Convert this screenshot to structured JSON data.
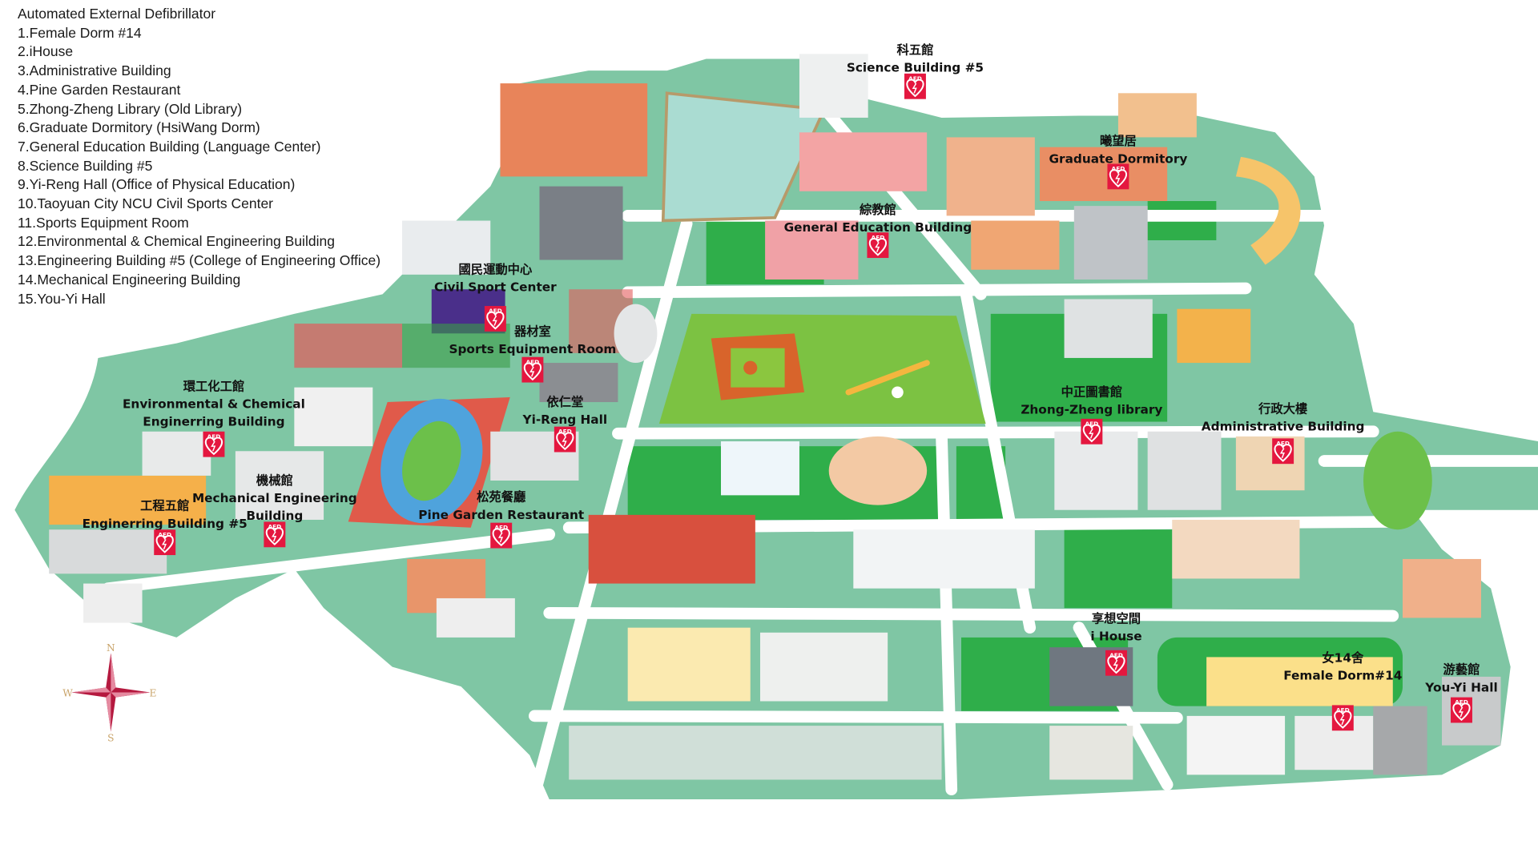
{
  "legend": {
    "title": "Automated External Defibrillator",
    "items": [
      "1.Female Dorm #14",
      "2.iHouse",
      "3.Administrative Building",
      "4.Pine Garden Restaurant",
      "5.Zhong-Zheng Library (Old Library)",
      "6.Graduate Dormitory (HsiWang Dorm)",
      "7.General Education Building (Language Center)",
      "8.Science Building #5",
      "9.Yi-Reng Hall (Office of Physical Education)",
      "10.Taoyuan City NCU Civil Sports Center",
      "11.Sports Equipment Room",
      "12.Environmental & Chemical Engineering Building",
      "13.Engineering Building #5 (College of Engineering Office)",
      "14.Mechanical Engineering Building",
      "15.You-Yi Hall"
    ]
  },
  "aed_icon_text": "AED",
  "locations": [
    {
      "id": "science-building-5",
      "zh": "科五館",
      "en": [
        "Science Building #5"
      ]
    },
    {
      "id": "graduate-dormitory",
      "zh": "曦望居",
      "en": [
        "Graduate Dormitory"
      ]
    },
    {
      "id": "general-education-building",
      "zh": "綜教館",
      "en": [
        "General Education Building"
      ]
    },
    {
      "id": "civil-sport-center",
      "zh": "國民運動中心",
      "en": [
        "Civil Sport Center"
      ]
    },
    {
      "id": "sports-equipment-room",
      "zh": "器材室",
      "en": [
        "Sports Equipment Room"
      ]
    },
    {
      "id": "env-chem-engineering-building",
      "zh": "環工化工館",
      "en": [
        "Environmental & Chemical",
        "Enginerring Building"
      ]
    },
    {
      "id": "yi-reng-hall",
      "zh": "依仁堂",
      "en": [
        "Yi-Reng Hall"
      ]
    },
    {
      "id": "zhong-zheng-library",
      "zh": "中正圖書館",
      "en": [
        "Zhong-Zheng library"
      ]
    },
    {
      "id": "administrative-building",
      "zh": "行政大樓",
      "en": [
        "Administrative  Building"
      ]
    },
    {
      "id": "mechanical-engineering-building",
      "zh": "機械館",
      "en": [
        "Mechanical Engineering",
        "Building"
      ]
    },
    {
      "id": "engineering-building-5",
      "zh": "工程五館",
      "en": [
        "Enginerring Building #5"
      ]
    },
    {
      "id": "pine-garden-restaurant",
      "zh": "松苑餐廳",
      "en": [
        "Pine Garden Restaurant"
      ]
    },
    {
      "id": "i-house",
      "zh": "享想空間",
      "en": [
        "i House"
      ]
    },
    {
      "id": "female-dorm-14",
      "zh": "女14舍",
      "en": [
        "Female Dorm#14"
      ]
    },
    {
      "id": "you-yi-hall",
      "zh": "游藝館",
      "en": [
        "You-Yi Hall"
      ]
    }
  ],
  "compass": {
    "n": "N",
    "e": "E",
    "s": "S",
    "w": "W"
  },
  "colors": {
    "campus": "#7fc6a4",
    "road": "#ffffff",
    "lawn": "#2fae4a",
    "field": "#7cc242",
    "aed": "#e4173f",
    "pond": "#aadcd2",
    "track": "#4fa3dc"
  }
}
